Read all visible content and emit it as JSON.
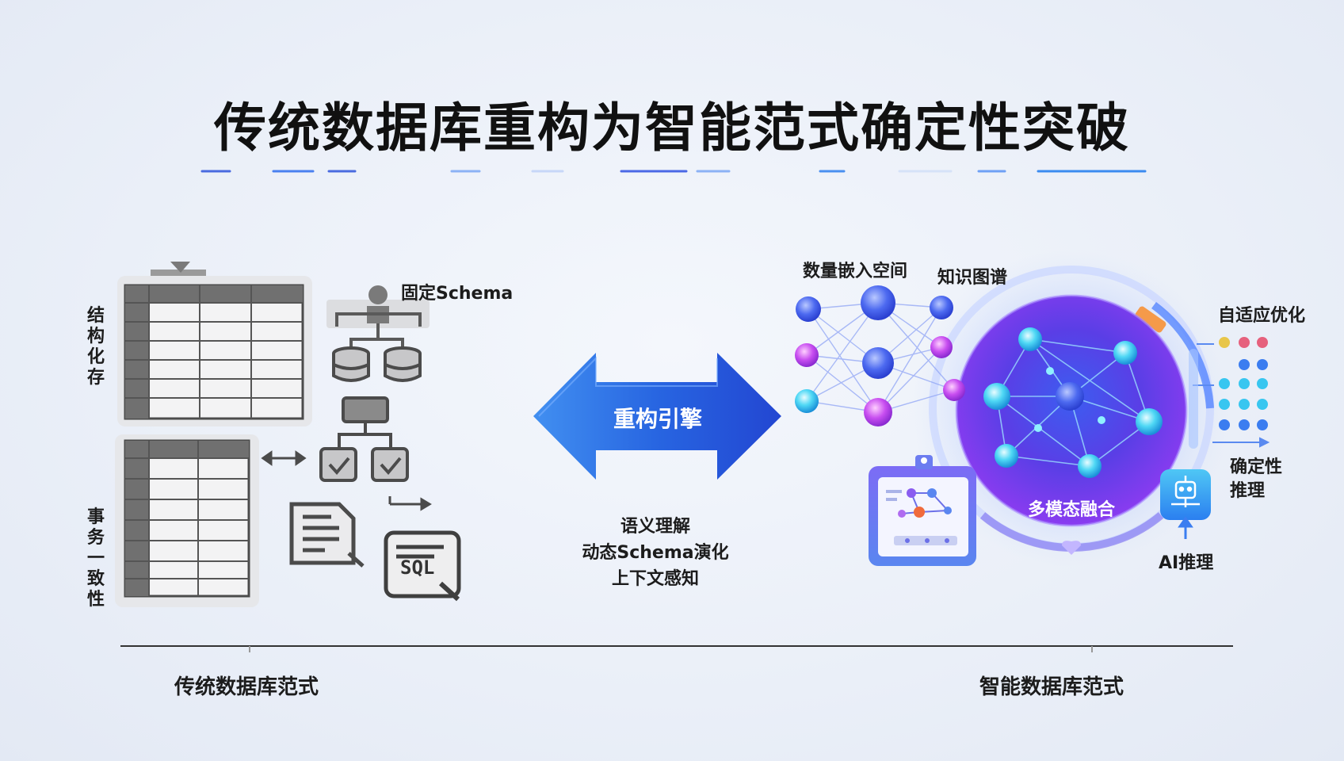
{
  "title": "传统数据库重构为智能范式确定性突破",
  "left": {
    "vertical_labels": [
      "结构化存",
      "事务一致性"
    ],
    "schema_label": "固定Schema",
    "sql_label": "SQL"
  },
  "center": {
    "engine_label": "重构引擎",
    "features": [
      "语义理解",
      "动态Schema演化",
      "上下文感知"
    ]
  },
  "right": {
    "labels": {
      "embedding": "数量嵌入空间",
      "knowledge_graph": "知识图谱",
      "adaptive": "自适应优化",
      "deterministic": "确定性\n推理",
      "multimodal": "多模态融合",
      "ai_reasoning": "AI推理"
    }
  },
  "bottom": {
    "left_label": "传统数据库范式",
    "right_label": "智能数据库范式"
  },
  "colors": {
    "accent_blue": "#1f5fe0",
    "accent_purple": "#6a36e8",
    "gray": "#6b6b6b"
  }
}
